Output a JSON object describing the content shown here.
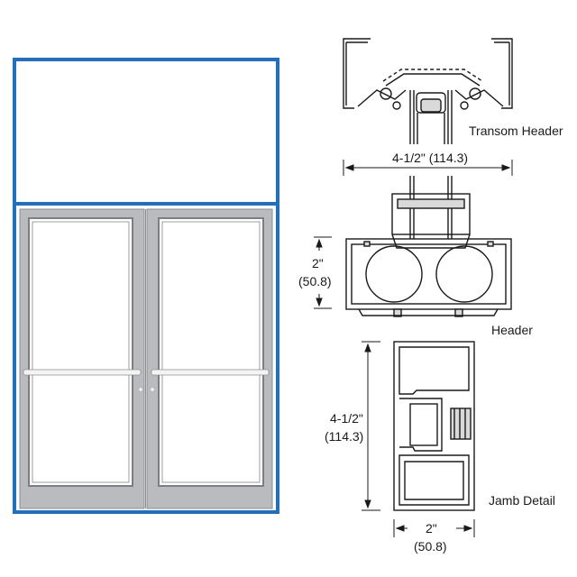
{
  "colors": {
    "frame_blue": "#1f6fc2",
    "door_gray": "#b9bbbe",
    "door_panel_gray": "#c9cbce",
    "glass": "#ffffff",
    "line": "#1a1a1a",
    "section_gray": "#d9d9d9"
  },
  "labels": {
    "transom_header": "Transom Header",
    "header": "Header",
    "jamb_detail": "Jamb Detail"
  },
  "dimensions": {
    "transom_width": "4-1/2\" (114.3)",
    "header_height_in": "2\"",
    "header_height_mm": "(50.8)",
    "jamb_depth_in": "4-1/2\"",
    "jamb_depth_mm": "(114.3)",
    "jamb_width_in": "2\"",
    "jamb_width_mm": "(50.8)"
  }
}
